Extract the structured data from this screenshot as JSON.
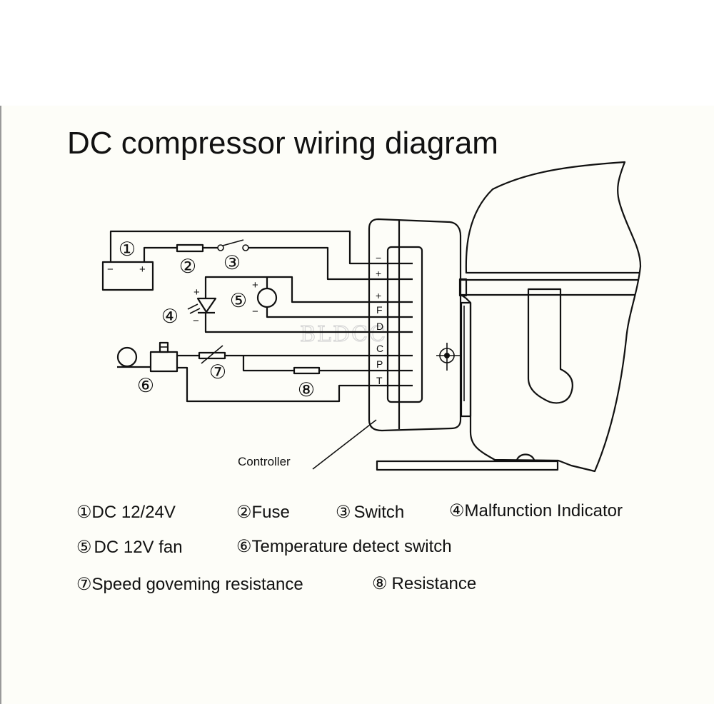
{
  "title": "DC compressor wiring diagram",
  "watermark": "BLDCC",
  "controller_label": "Controller",
  "battery": {
    "minus": "−",
    "plus": "+"
  },
  "fan": {
    "plus": "+",
    "minus": "−"
  },
  "led": {
    "plus": "+",
    "minus": "−"
  },
  "callouts": [
    "①",
    "②",
    "③",
    "④",
    "⑤",
    "⑥",
    "⑦",
    "⑧"
  ],
  "terminals": [
    "−",
    "+",
    "+",
    "F",
    "D",
    "C",
    "P",
    "T"
  ],
  "legend": [
    {
      "num": "①",
      "text": "DC 12/24V"
    },
    {
      "num": "②",
      "text": "Fuse"
    },
    {
      "num": "③",
      "text": "Switch"
    },
    {
      "num": "④",
      "text": "Malfunction Indicator"
    },
    {
      "num": "⑤",
      "text": "DC 12V fan"
    },
    {
      "num": "⑥",
      "text": "Temperature detect switch"
    },
    {
      "num": "⑦",
      "text": "Speed goveming resistance"
    },
    {
      "num": "⑧",
      "text": "Resistance"
    }
  ]
}
